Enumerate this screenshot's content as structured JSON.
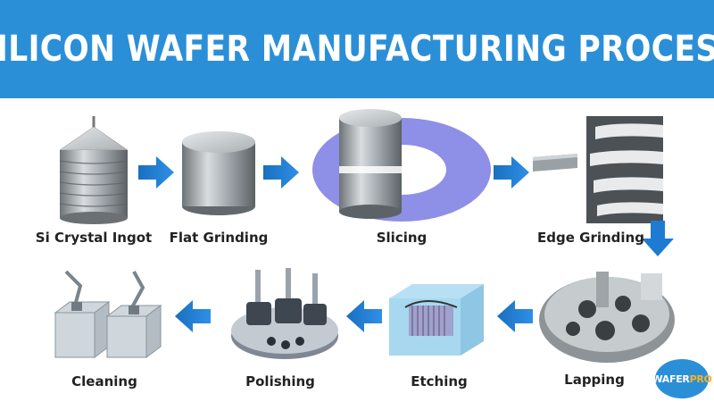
{
  "header": {
    "title": "SILICON WAFER MANUFACTURING PROCESS"
  },
  "steps": [
    {
      "label": "Si Crystal Ingot"
    },
    {
      "label": "Flat Grinding"
    },
    {
      "label": "Slicing"
    },
    {
      "label": "Edge Grinding"
    },
    {
      "label": "Lapping"
    },
    {
      "label": "Etching"
    },
    {
      "label": "Polishing"
    },
    {
      "label": "Cleaning"
    }
  ],
  "logo": {
    "text_main": "WAFER",
    "text_accent": "PRO"
  },
  "colors": {
    "banner": "#2b8fd8",
    "arrow": "#1f7bd1",
    "label": "#222222",
    "logo_accent": "#ffb020",
    "slicing_ring": "#8e8fe6"
  }
}
